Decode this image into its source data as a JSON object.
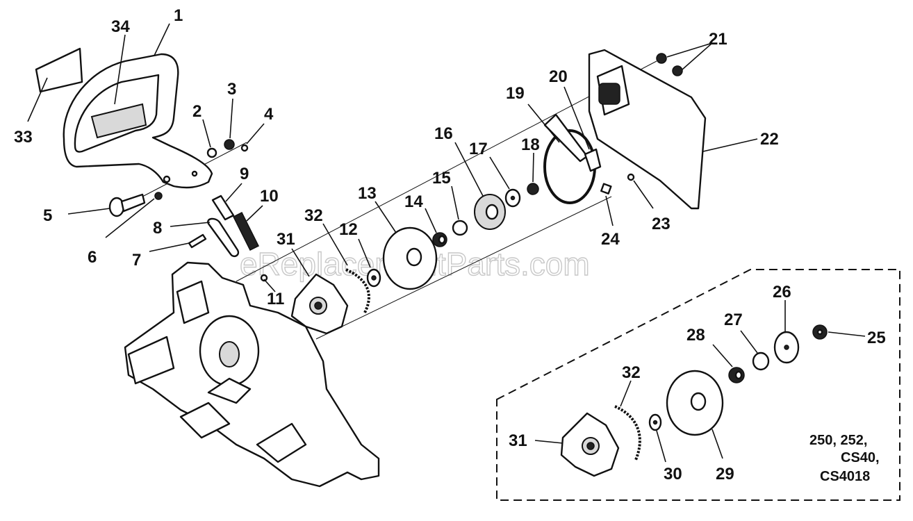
{
  "watermark": "eReplacementParts.com",
  "callouts": {
    "c1": "1",
    "c2": "2",
    "c3": "3",
    "c4": "4",
    "c5": "5",
    "c6": "6",
    "c7": "7",
    "c8": "8",
    "c9": "9",
    "c10": "10",
    "c11": "11",
    "c12": "12",
    "c13": "13",
    "c14": "14",
    "c15": "15",
    "c16": "16",
    "c17": "17",
    "c18": "18",
    "c19": "19",
    "c20": "20",
    "c21": "21",
    "c22": "22",
    "c23": "23",
    "c24": "24",
    "c25": "25",
    "c26": "26",
    "c27": "27",
    "c28": "28",
    "c29": "29",
    "c30": "30",
    "c31": "31",
    "c32": "32",
    "c33": "33",
    "c34": "34"
  },
  "inset": {
    "callouts": {
      "c31": "31",
      "c32": "32",
      "c30": "30",
      "c29": "29"
    },
    "models": [
      "250, 252,",
      "CS40,",
      "CS4018"
    ]
  }
}
